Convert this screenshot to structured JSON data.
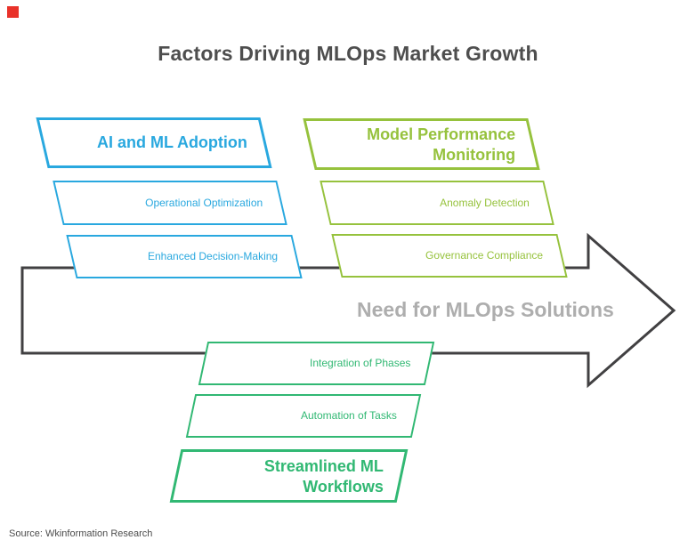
{
  "title": "Factors Driving MLOps Market Growth",
  "source_note": "Source: Wkinformation Research",
  "marker": {
    "shape": "red-square",
    "color": "#e9322a"
  },
  "arrow": {
    "label": "Need for MLOps Solutions",
    "outline_color": "#414042",
    "label_color": "#aeaeae",
    "direction": "right"
  },
  "colors": {
    "blue": "#29a8df",
    "olive": "#96c23d",
    "teal": "#31b873"
  },
  "groups": [
    {
      "name": "ai-and-ml-adoption",
      "color": "#29a8df",
      "items": [
        {
          "label": "AI and ML Adoption",
          "emphasis": true
        },
        {
          "label": "Operational Optimization",
          "emphasis": false
        },
        {
          "label": "Enhanced Decision-Making",
          "emphasis": false
        }
      ]
    },
    {
      "name": "model-performance-monitoring",
      "color": "#96c23d",
      "items": [
        {
          "label": "Model Performance Monitoring",
          "emphasis": true
        },
        {
          "label": "Anomaly Detection",
          "emphasis": false
        },
        {
          "label": "Governance Compliance",
          "emphasis": false
        }
      ]
    },
    {
      "name": "streamlined-ml-workflows",
      "color": "#31b873",
      "items": [
        {
          "label": "Integration of Phases",
          "emphasis": false
        },
        {
          "label": "Automation of Tasks",
          "emphasis": false
        },
        {
          "label": "Streamlined ML Workflows",
          "emphasis": true
        }
      ]
    }
  ]
}
